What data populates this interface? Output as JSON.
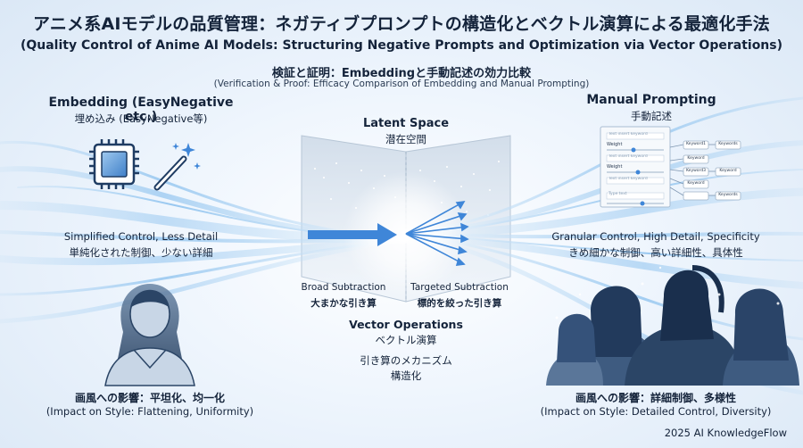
{
  "title": "アニメ系AIモデルの品質管理：ネガティブプロンプトの構造化とベクトル演算による最適化手法",
  "subtitle": "(Quality Control of Anime AI Models: Structuring Negative Prompts and Optimization via Vector Operations)",
  "section_heading": "検証と証明：Embeddingと手動記述の効力比較",
  "section_heading_en": "(Verification & Proof: Efficacy Comparison of Embedding and Manual Prompting)",
  "left": {
    "title": "Embedding (EasyNegative etc.)",
    "title_jp": "埋め込み (EasyNegative等)",
    "control_en": "Simplified Control, Less Detail",
    "control_jp": "単純化された制御、少ない詳細",
    "impact_jp": "画風への影響：平坦化、均一化",
    "impact_en": "(Impact on Style: Flattening, Uniformity)",
    "icons": [
      "chip-icon",
      "magic-wand-icon"
    ]
  },
  "center": {
    "latent_en": "Latent Space",
    "latent_jp": "潜在空間",
    "broad_en": "Broad Subtraction",
    "broad_jp": "大まかな引き算",
    "targeted_en": "Targeted Subtraction",
    "targeted_jp": "標的を絞った引き算",
    "vector_en": "Vector Operations",
    "vector_jp": "ベクトル演算",
    "mechanism_jp": "引き算のメカニズム",
    "structure_jp": "構造化"
  },
  "right": {
    "title": "Manual Prompting",
    "title_jp": "手動記述",
    "control_en": "Granular Control, High Detail, Specificity",
    "control_jp": "きめ細かな制御、高い詳細性、具体性",
    "impact_jp": "画風への影響：詳細制御、多様性",
    "impact_en": "(Impact on Style: Detailed Control, Diversity)",
    "panel": {
      "input_placeholder": "Text insert keyword",
      "weight_label": "Weight",
      "type_label": "Type text",
      "node_labels": [
        "Keyword1",
        "Keywords",
        "Keyword",
        "Keyword3",
        "Keyword",
        "Keyword",
        "Keywords"
      ]
    }
  },
  "footer": "2025 AI KnowledgeFlow",
  "colors": {
    "accent_blue": "#3f86d8",
    "flow_light": "#a9d3f5",
    "text_dark": "#14233a"
  }
}
